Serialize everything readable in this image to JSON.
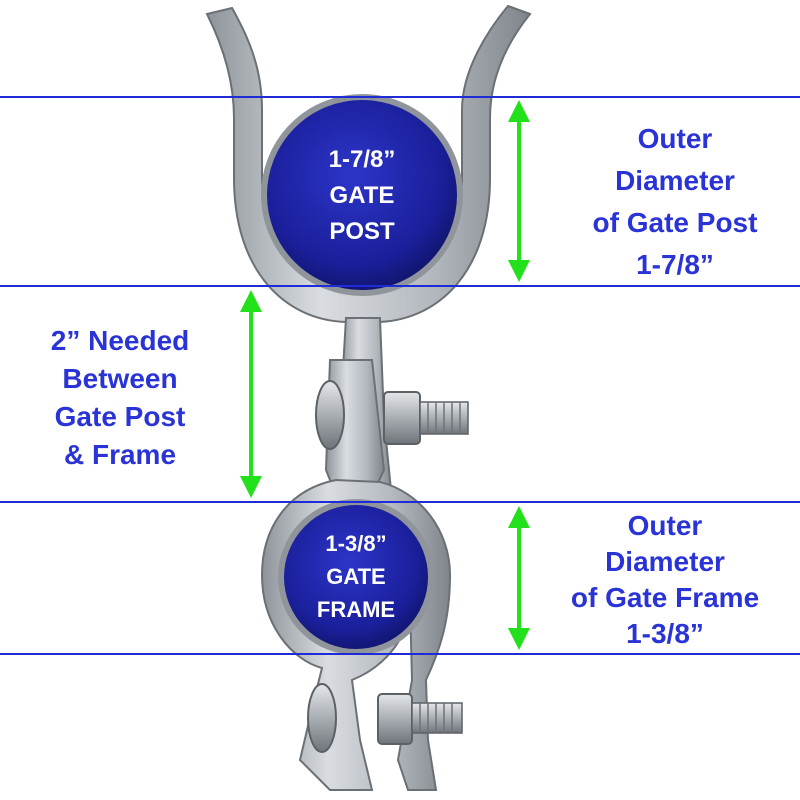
{
  "colors": {
    "guide_line": "#1f2bd4",
    "arrow": "#22e11a",
    "label_text": "#2a34d6",
    "pipe_fill": "#1a1f9a",
    "metal": "#b9bec4"
  },
  "post_circle": {
    "line1": "1-7/8”",
    "line2": "GATE",
    "line3": "POST"
  },
  "frame_circle": {
    "line1": "1-3/8”",
    "line2": "GATE",
    "line3": "FRAME"
  },
  "post_label": {
    "line1": "Outer",
    "line2": "Diameter",
    "line3": "of Gate Post",
    "line4": "1-7/8”"
  },
  "gap_label": {
    "line1": "2” Needed",
    "line2": "Between",
    "line3": "Gate Post",
    "line4": "& Frame"
  },
  "frame_label": {
    "line1": "Outer",
    "line2": "Diameter",
    "line3": "of Gate Frame",
    "line4": "1-3/8”"
  }
}
